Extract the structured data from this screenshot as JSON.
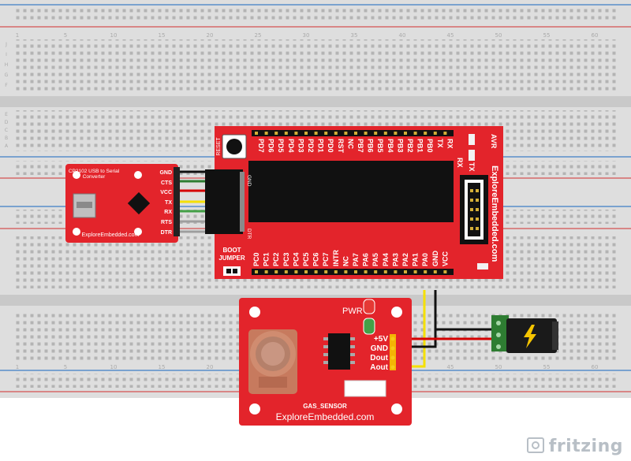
{
  "watermark": "fritzing",
  "breadboard": {
    "column_numbers": [
      "1",
      "5",
      "10",
      "15",
      "20",
      "25",
      "30",
      "35",
      "40",
      "45",
      "50",
      "55",
      "60"
    ],
    "row_letters_top": [
      "J",
      "I",
      "H",
      "G",
      "F"
    ],
    "row_letters_bottom": [
      "E",
      "D",
      "C",
      "B",
      "A"
    ]
  },
  "usb_serial": {
    "title": "CP2102 USB to Serial",
    "subtitle": "Converter",
    "brand": "ExploreEmbedded.com",
    "pins": [
      "GND",
      "CTS",
      "VCC",
      "TX",
      "RX",
      "RTS",
      "DTR"
    ]
  },
  "avr_board": {
    "brand": "ExploreEmbedded.com",
    "reset_label": "RESET",
    "avr_label": "AVR",
    "rx_label": "RX",
    "tx_label": "TX",
    "gnd_label": "GND",
    "dtr_label": "DTR",
    "boot_label_1": "BOOT",
    "boot_label_2": "JUMPER",
    "top_pins": [
      "PD7",
      "PD6",
      "PD5",
      "PD4",
      "PD3",
      "PD2",
      "PD1",
      "PD0",
      "RST",
      "NC",
      "PB7",
      "PB6",
      "PB5",
      "PB4",
      "PB3",
      "PB2",
      "PB1",
      "PB0",
      "TX",
      "RX"
    ],
    "bottom_pins": [
      "PC0",
      "PC1",
      "PC2",
      "PC3",
      "PC4",
      "PC5",
      "PC6",
      "PC7",
      "INTR",
      "NC",
      "PA7",
      "PA6",
      "PA5",
      "PA4",
      "PA3",
      "PA2",
      "PA1",
      "PA0",
      "GND",
      "VCC"
    ]
  },
  "gas_sensor": {
    "pwr_label": "PWR",
    "title": "GAS_SENSOR",
    "brand": "ExploreEmbedded.com",
    "pins": [
      "+5V",
      "GND",
      "Dout",
      "Aout"
    ]
  },
  "colors": {
    "board_red": "#e3242b",
    "board_dark": "#b71c1c",
    "breadboard": "#dcdcdc",
    "rail_red": "#d32f2f",
    "rail_blue": "#1565c0",
    "wire_black": "#111111",
    "wire_red": "#d50000",
    "wire_yellow": "#f5e000",
    "wire_green": "#43a047",
    "wire_gray": "#9e9e9e",
    "jack_green": "#2e7d32"
  },
  "power_jack_icon": "lightning-icon"
}
